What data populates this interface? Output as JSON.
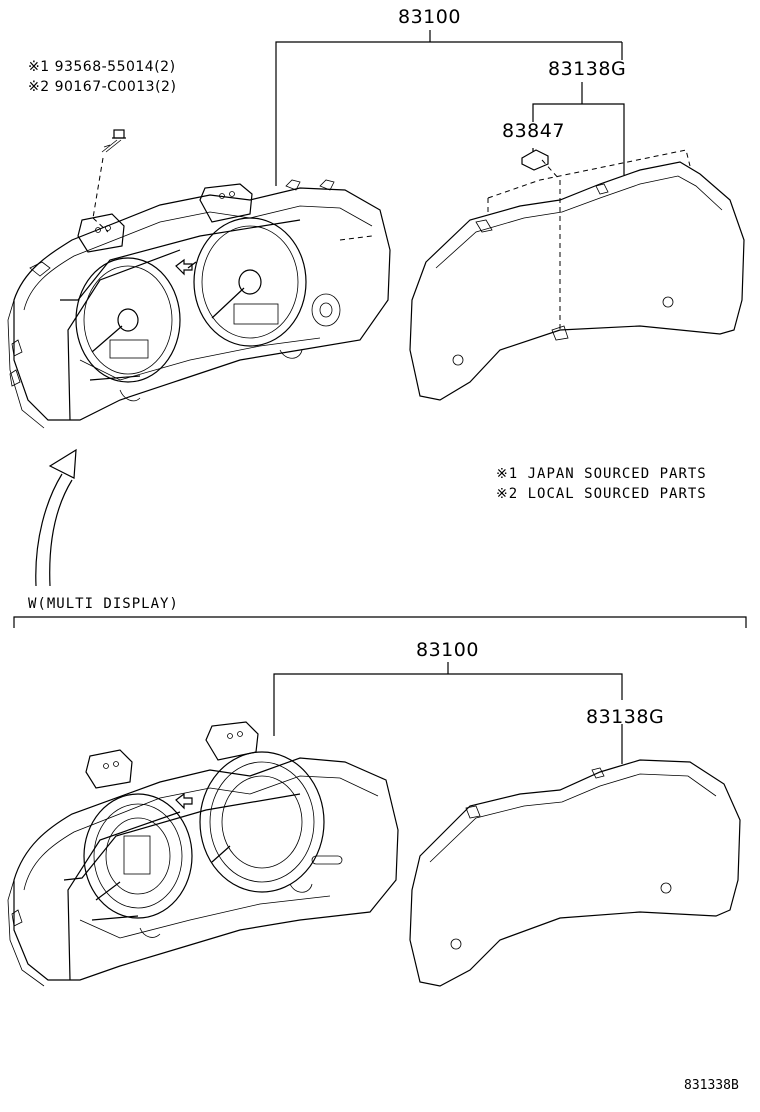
{
  "diagram": {
    "top_assembly_label": "83100",
    "top_lens_label": "83138G",
    "top_plate_label": "83847",
    "bolt_note_1": "※1 93568-55014(2)",
    "bolt_note_2": "※2 90167-C0013(2)",
    "legend_1": "※1 JAPAN SOURCED PARTS",
    "legend_2": "※2 LOCAL SOURCED PARTS",
    "variant_label": "W(MULTI DISPLAY)",
    "bottom_assembly_label": "83100",
    "bottom_lens_label": "83138G",
    "illustration_code": "831338B"
  }
}
